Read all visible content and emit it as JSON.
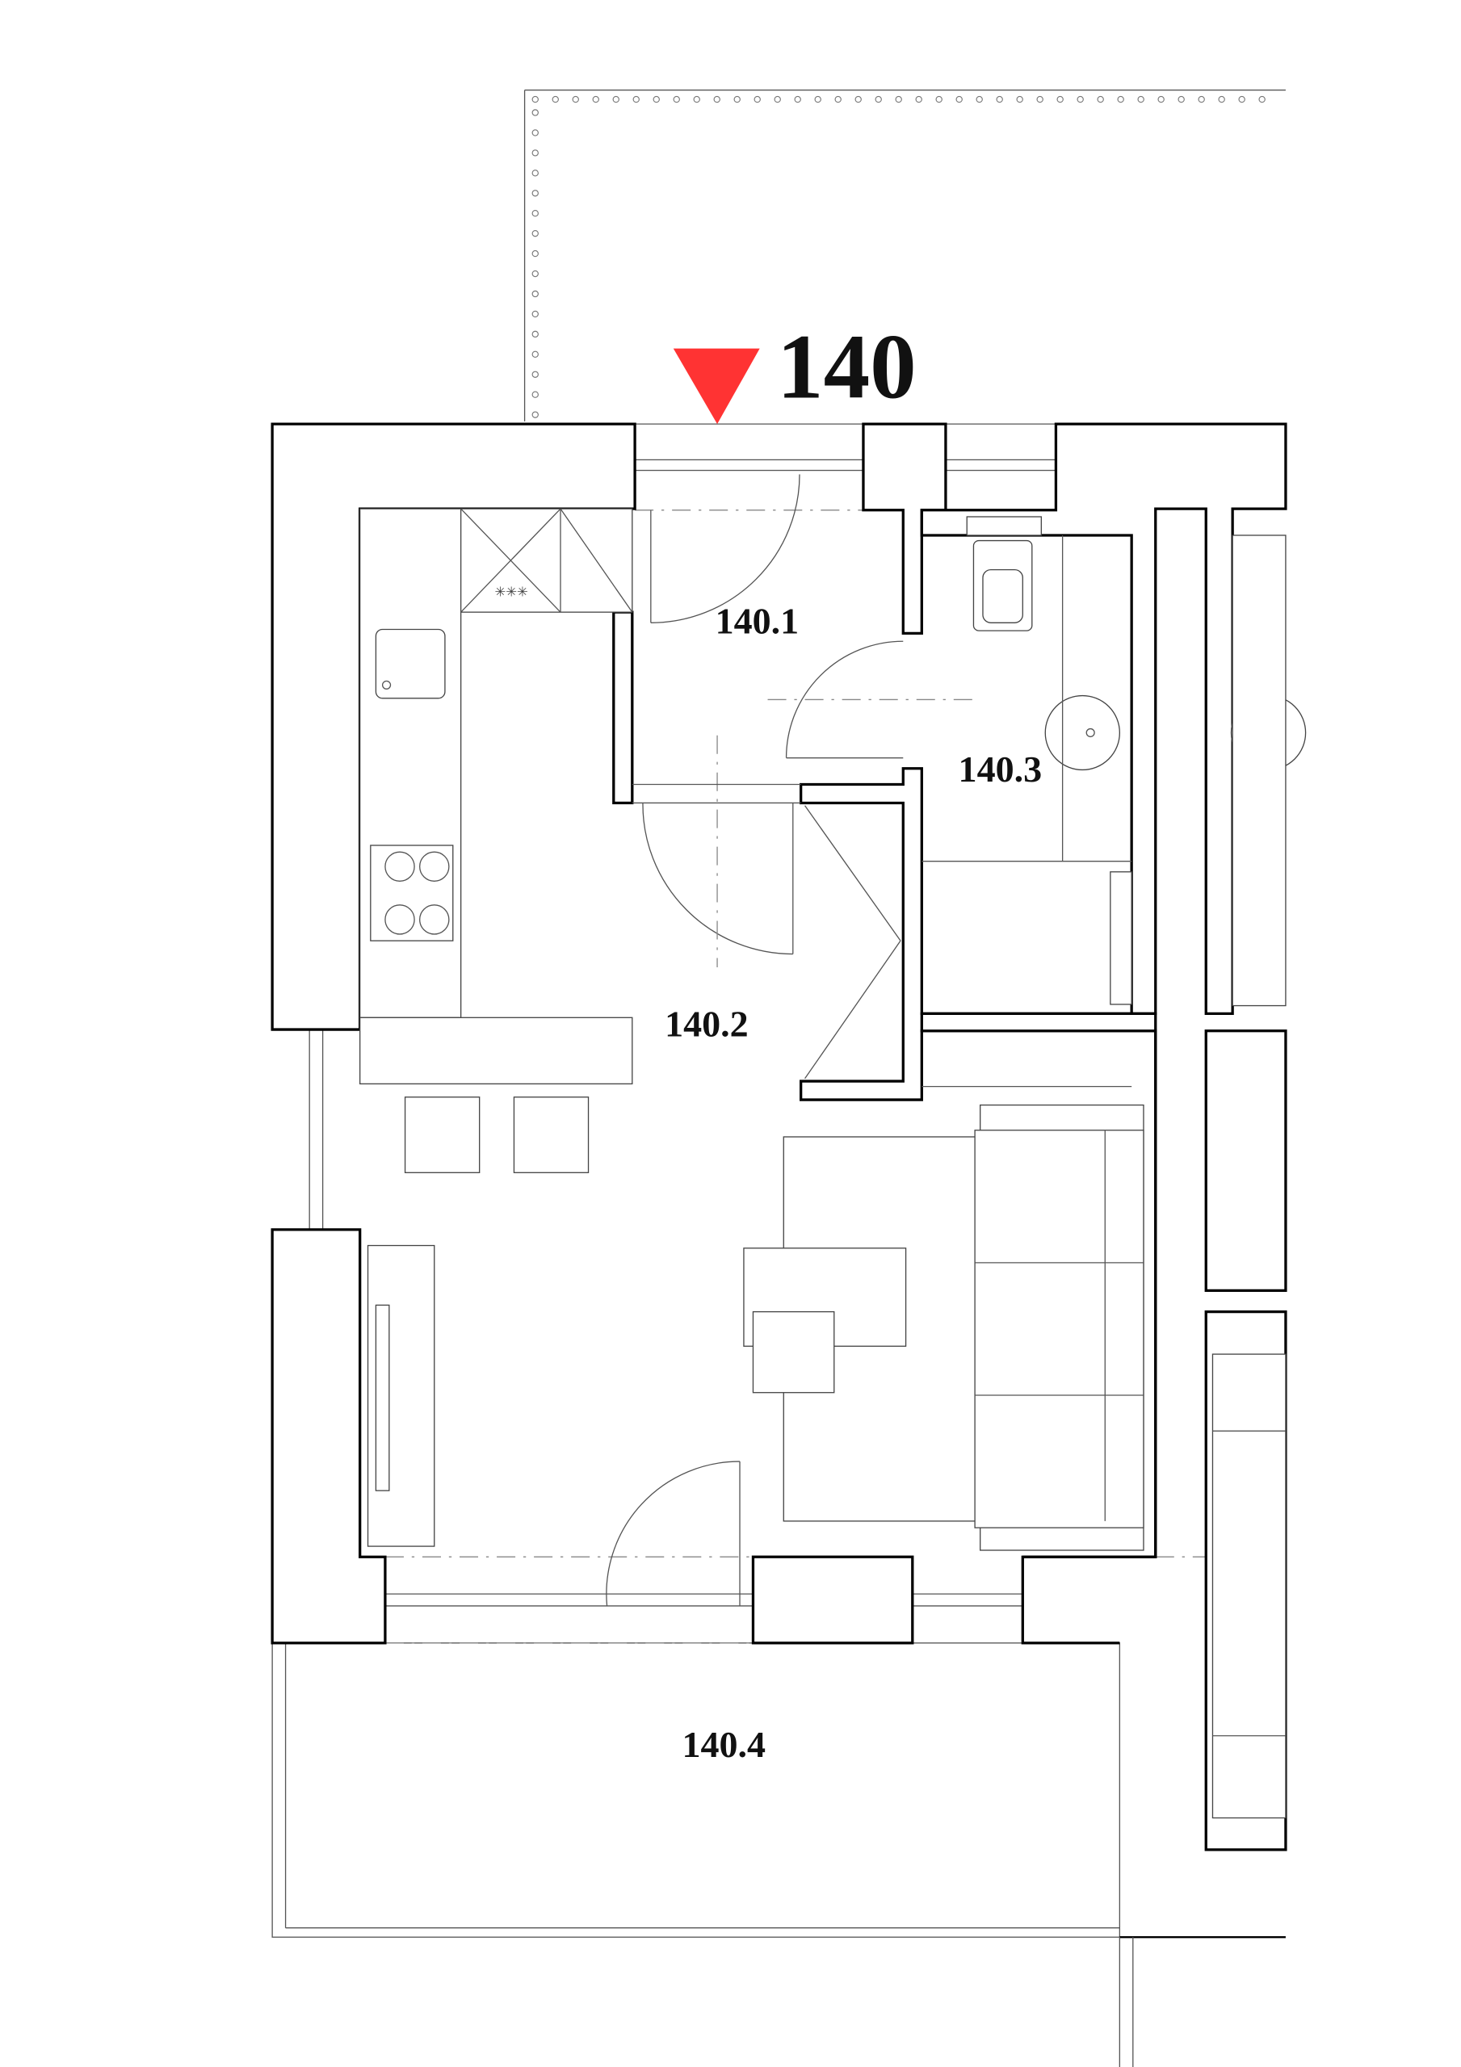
{
  "plan": {
    "unit_number": "140",
    "marker_color": "#ff3333",
    "rooms": [
      {
        "id": "140.1"
      },
      {
        "id": "140.2"
      },
      {
        "id": "140.3"
      },
      {
        "id": "140.4"
      }
    ]
  }
}
